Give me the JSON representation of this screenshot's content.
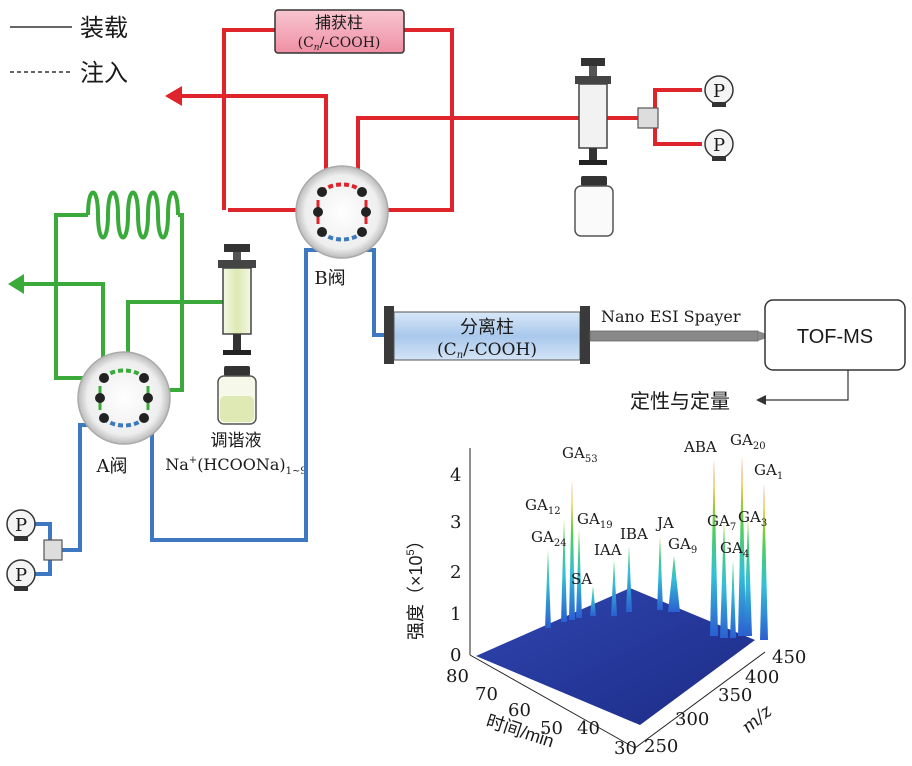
{
  "legend": {
    "load_label": "装载",
    "inject_label": "注入"
  },
  "trap_column": {
    "label": "捕获柱",
    "formula_prefix": "(C",
    "formula_sub": "n",
    "formula_suffix": "/-COOH)"
  },
  "separation_column": {
    "label": "分离柱",
    "formula_prefix": "(C",
    "formula_sub": "n",
    "formula_suffix": "/-COOH)"
  },
  "valves": {
    "a_label": "A阀",
    "b_label": "B阀"
  },
  "pumps": {
    "label": "P"
  },
  "tuning_solution": {
    "label": "调谐液",
    "formula": "Na",
    "formula_sup": "+",
    "formula_mid": "(HCOONa)",
    "formula_sub": "1~9"
  },
  "nano_esi_label": "Nano ESI Spayer",
  "tof_ms_label": "TOF-MS",
  "output_label": "定性与定量",
  "colors": {
    "load": "#e0242c",
    "inject": "#3d78c0",
    "tuning": "#3aaa3a",
    "surface": "#2a3c9e"
  },
  "chart_data": {
    "type": "3d-surface",
    "zlabel": "强度（×10",
    "zlabel_sup": "5",
    "zlabel_end": "）",
    "xlabel": "时间/min",
    "ylabel": "m/z",
    "z_ticks": [
      "0",
      "1",
      "2",
      "3",
      "4"
    ],
    "time_ticks": [
      "80",
      "70",
      "60",
      "50",
      "40",
      "30"
    ],
    "mz_ticks": [
      "250",
      "300",
      "350",
      "400",
      "450"
    ],
    "peaks": [
      {
        "name": "GA",
        "sub": "53"
      },
      {
        "name": "GA",
        "sub": "12"
      },
      {
        "name": "GA",
        "sub": "19"
      },
      {
        "name": "GA",
        "sub": "24"
      },
      {
        "name": "SA",
        "sub": ""
      },
      {
        "name": "IAA",
        "sub": ""
      },
      {
        "name": "IBA",
        "sub": ""
      },
      {
        "name": "JA",
        "sub": ""
      },
      {
        "name": "GA",
        "sub": "9"
      },
      {
        "name": "ABA",
        "sub": ""
      },
      {
        "name": "GA",
        "sub": "20"
      },
      {
        "name": "GA",
        "sub": "1"
      },
      {
        "name": "GA",
        "sub": "7"
      },
      {
        "name": "GA",
        "sub": "3"
      },
      {
        "name": "GA",
        "sub": "4"
      }
    ]
  }
}
